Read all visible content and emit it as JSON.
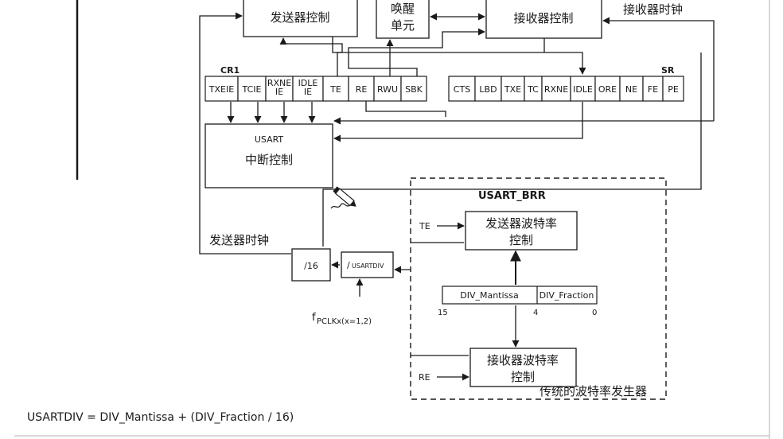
{
  "blocks": {
    "tx_control": "发送器控制",
    "wakeup_line1": "唤醒",
    "wakeup_line2": "单元",
    "rx_control": "接收器控制",
    "rx_clock": "接收器时钟",
    "usart_line1": "USART",
    "usart_line2": "中断控制",
    "tx_clock": "发送器时钟",
    "div16": "/16",
    "usartdiv_prefix": "/",
    "usartdiv_label": "USARTDIV",
    "tx_baud_line1": "发送器波特率",
    "tx_baud_line2": "控制",
    "rx_baud_line1": "接收器波特率",
    "rx_baud_line2": "控制",
    "brr_title": "USART_BRR",
    "brr_caption": "传统的波特率发生器",
    "te_input": "TE",
    "re_input": "RE",
    "pclk_main": "f",
    "pclk_sub": "PCLKx(x=1,2)"
  },
  "cr1": {
    "title": "CR1",
    "cells": [
      [
        "TXEIE"
      ],
      [
        "TCIE"
      ],
      [
        "RXNE",
        "IE"
      ],
      [
        "IDLE",
        "IE"
      ],
      [
        "TE"
      ],
      [
        "RE"
      ],
      [
        "RWU"
      ],
      [
        "SBK"
      ]
    ]
  },
  "sr": {
    "title": "SR",
    "cells": [
      "CTS",
      "LBD",
      "TXE",
      "TC",
      "RXNE",
      "IDLE",
      "ORE",
      "NE",
      "FE",
      "PE"
    ]
  },
  "brr": {
    "mantissa": "DIV_Mantissa",
    "fraction": "DIV_Fraction",
    "bit15": "15",
    "bit4": "4",
    "bit0": "0"
  },
  "formula": "USARTDIV = DIV_Mantissa + (DIV_Fraction / 16)"
}
